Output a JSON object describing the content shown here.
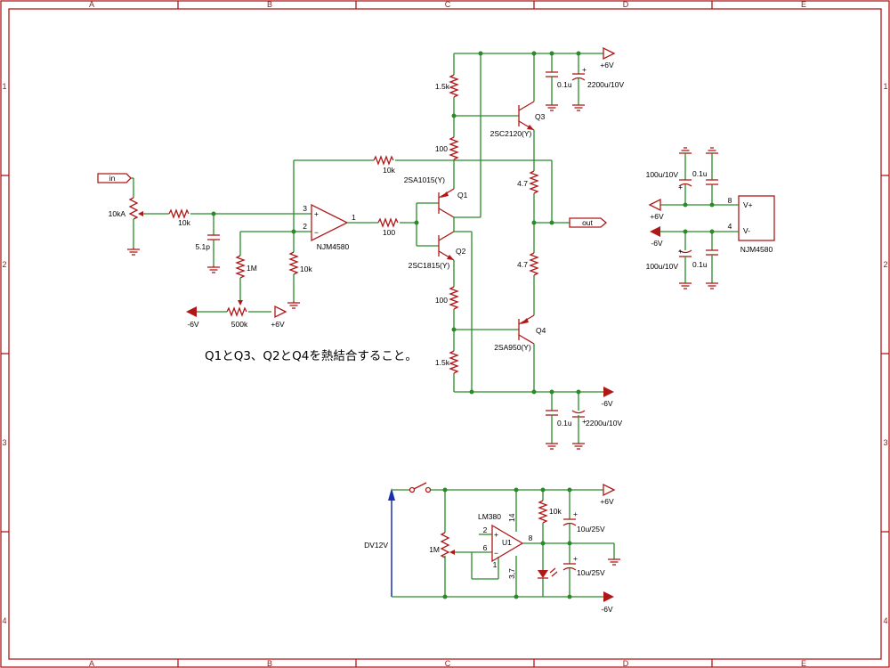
{
  "border": {
    "cols": [
      "A",
      "B",
      "C",
      "D",
      "E"
    ],
    "rows": [
      "1",
      "2",
      "3",
      "4"
    ]
  },
  "note": "Q1とQ3、Q2とQ4を熱結合すること。",
  "ports": {
    "in": "in",
    "out": "out"
  },
  "labels": {
    "pot_in": "10kA",
    "r_in": "10k",
    "c_in": "5.1p",
    "r_1m": "1M",
    "r_500k": "500k",
    "r_10k_gnd": "10k",
    "r_fb": "10k",
    "r_100_out": "100",
    "opamp": "NJM4580",
    "pin3": "3",
    "pin2": "2",
    "pin1": "1",
    "neg6": "-6V",
    "pos6": "+6V",
    "r_top": "1.5k",
    "r_top100": "100",
    "q1_part": "2SA1015(Y)",
    "q1": "Q1",
    "q2": "Q2",
    "q2_part": "2SC1815(Y)",
    "r_bot100": "100",
    "r_bot": "1.5k",
    "q3": "Q3",
    "q3_part": "2SC2120(Y)",
    "q4": "Q4",
    "q4_part": "2SA950(Y)",
    "r_e_top": "4.7",
    "r_e_bot": "4.7",
    "c01_top": "0.1u",
    "c2200_top": "2200u/10V",
    "c01_bot": "0.1u",
    "c2200_bot": "2200u/10V",
    "pwr_c100_top": "100u/10V",
    "pwr_c01_top": "0.1u",
    "pwr_c100_bot": "100u/10V",
    "pwr_c01_bot": "0.1u",
    "pwr_vplus": "V+",
    "pwr_vminus": "V-",
    "pwr_pin8": "8",
    "pwr_pin4": "4",
    "pwr_chip": "NJM4580",
    "dv": "DV12V",
    "psu_1m": "1M",
    "lm380": "LM380",
    "u1": "U1",
    "psu_10k": "10k",
    "psu_c_top": "10u/25V",
    "psu_c_bot": "10u/25V",
    "pin14": "14",
    "pin2b": "2",
    "pin6": "6",
    "pin1b": "1",
    "pin8": "8",
    "pin37": "3,7"
  }
}
